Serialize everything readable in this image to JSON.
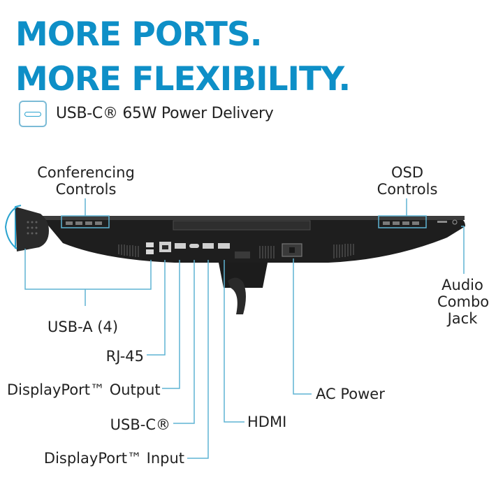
{
  "headline": {
    "line1": "MORE PORTS.",
    "line2": "MORE FLEXIBILITY."
  },
  "feature": {
    "icon": "usb-c-port-icon",
    "text": "USB-C® 65W Power Delivery"
  },
  "callouts": {
    "conferencing_line1": "Conferencing",
    "conferencing_line2": "Controls",
    "osd_line1": "OSD",
    "osd_line2": "Controls",
    "audio_line1": "Audio",
    "audio_line2": "Combo",
    "audio_line3": "Jack",
    "usb_a": "USB-A (4)",
    "rj45": "RJ-45",
    "dp_output": "DisplayPort™ Output",
    "usb_c": "USB-C®",
    "dp_input": "DisplayPort™ Input",
    "hdmi": "HDMI",
    "ac_power": "AC Power"
  },
  "colors": {
    "accent": "#0e8fc7",
    "leader_line": "#5fb3d3",
    "monitor_body": "#1e1e1e"
  }
}
